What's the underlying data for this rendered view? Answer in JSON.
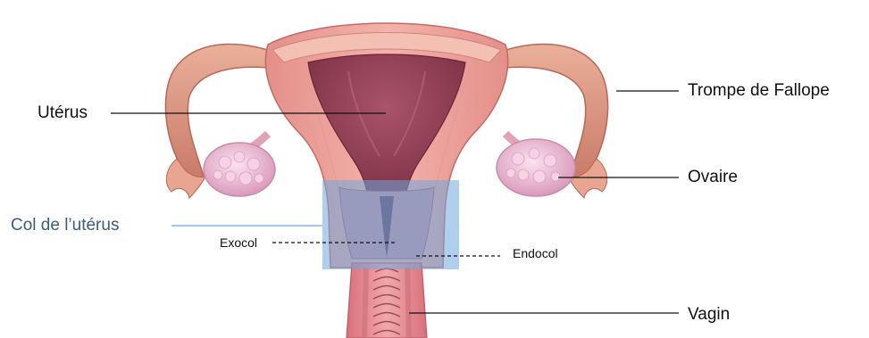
{
  "labels": {
    "uterus": "Utérus",
    "trompe": "Trompe de Fallope",
    "ovaire": "Ovaire",
    "col": "Col de l’utérus",
    "exocol": "Exocol",
    "endocol": "Endocol",
    "vagin": "Vagin"
  },
  "colors": {
    "col_highlight": "#6fa8dc",
    "col_label": "#3d5a80",
    "tissue_outer": "#e9a09a",
    "tissue_dark": "#8b3a4a",
    "ovary": "#e8b4d0"
  }
}
